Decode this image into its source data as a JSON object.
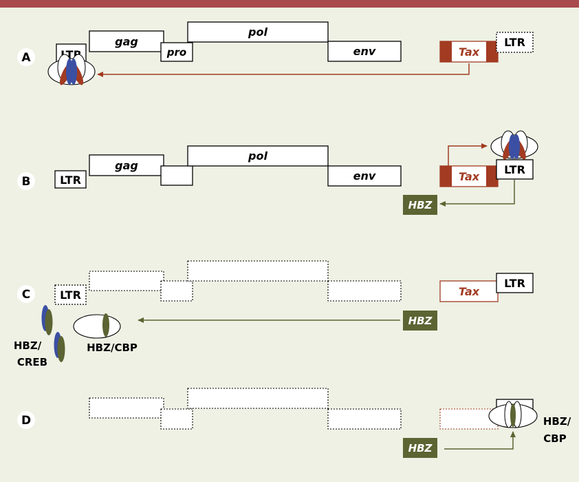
{
  "panels": [
    {
      "id": "A",
      "label": "A"
    },
    {
      "id": "B",
      "label": "B"
    },
    {
      "id": "C",
      "label": "C"
    },
    {
      "id": "D",
      "label": "D"
    }
  ],
  "genes": {
    "ltr": "LTR",
    "gag": "gag",
    "pro": "pro",
    "pol": "pol",
    "env": "env",
    "tax": "Tax",
    "hbz": "HBZ"
  },
  "complexes": {
    "hbz_creb_line1": "HBZ/",
    "hbz_creb_line2": "CREB",
    "hbz_cbp": "HBZ/CBP",
    "hbz_cbp_line1": "HBZ/",
    "hbz_cbp_line2": "CBP"
  },
  "colors": {
    "background": "#eef1e4",
    "top_rule": "#a84a4e",
    "tax_red": "#a23b22",
    "hbz_green": "#5c6433",
    "creb_blue": "#3b4fa3",
    "box_fill": "#ffffff",
    "box_stroke": "#000000"
  }
}
